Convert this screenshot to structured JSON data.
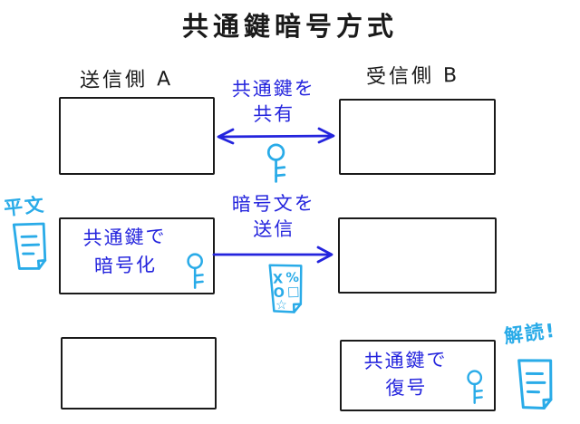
{
  "title": "共通鍵暗号方式",
  "colors": {
    "ink": "#1a1a1a",
    "blue": "#2424dd",
    "cyan": "#29abe8",
    "background": "#ffffff"
  },
  "columns": {
    "sender_label": "送信側 A",
    "receiver_label": "受信側 B"
  },
  "step_share": {
    "caption_line1": "共通鍵を",
    "caption_line2": "共有",
    "arrow": "double-headed",
    "icon": "key-icon"
  },
  "step_send": {
    "caption_line1": "暗号文を",
    "caption_line2": "送信",
    "arrow": "right",
    "icon": "cipher-document-icon"
  },
  "encrypt_box": {
    "line1": "共通鍵で",
    "line2": "暗号化",
    "icon": "key-icon"
  },
  "decrypt_box": {
    "line1": "共通鍵で",
    "line2": "復号",
    "icon": "key-icon"
  },
  "plaintext_note": {
    "label": "平文",
    "icon": "plain-document-icon"
  },
  "decoded_note": {
    "label": "解読!",
    "icon": "decoded-document-icon"
  },
  "cipher_symbols": [
    "X",
    "%",
    "O",
    "□",
    "☆"
  ]
}
